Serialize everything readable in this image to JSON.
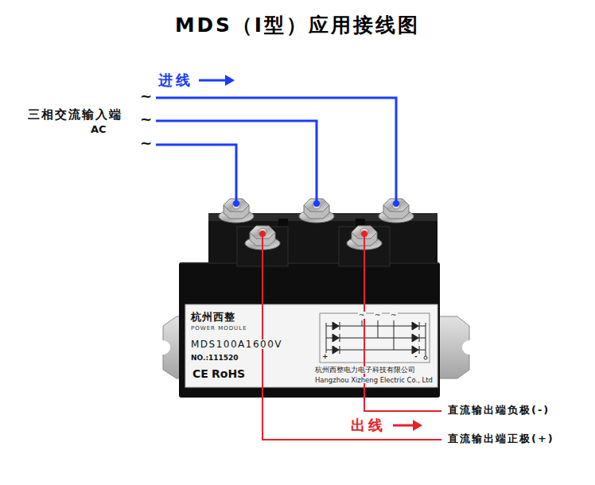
{
  "diagram": {
    "title": "MDS（I型）应用接线图",
    "nodes": [
      {
        "text": [
          "杭州西整",
          "POWER MODULE",
          "MDS100A1600V",
          "NO.:111520",
          "CE",
          "RoHS",
          "杭州西整电力电子科技有限公司",
          "Hangzhou Xizheng Electric Co., Ltd"
        ]
      }
    ],
    "labels": [
      "进线",
      "三相交流输入端",
      "AC",
      "~",
      "~",
      "~",
      "出线",
      "直流输出端负极(-)",
      "直流输出端正极(+)",
      "~",
      "~",
      "~",
      "+",
      "-"
    ]
  }
}
